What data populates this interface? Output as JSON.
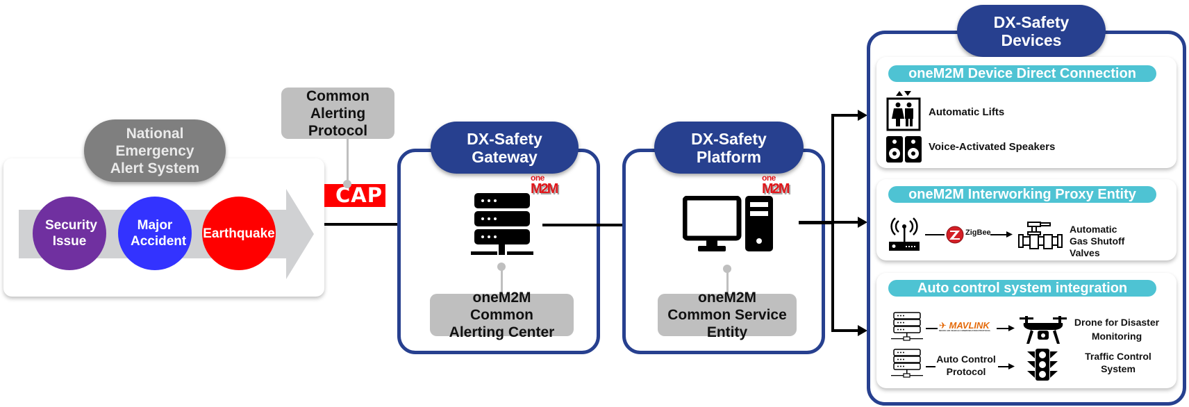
{
  "neas": {
    "title": "National Emergency Alert System",
    "events": [
      {
        "label": "Security Issue",
        "color": "#7030a0"
      },
      {
        "label": "Major Accident",
        "color": "#3333ff"
      },
      {
        "label": "Earthquake",
        "color": "#ff0000"
      }
    ]
  },
  "cap": {
    "title": "Common Alerting Protocol",
    "badge": "CAP",
    "badge_color": "#ff0000"
  },
  "gateway": {
    "title": "DX-Safety Gateway",
    "logo_top": "one",
    "logo_bottom": "M2M",
    "label": "oneM2M Common Alerting Center"
  },
  "platform": {
    "title": "DX-Safety Platform",
    "logo_top": "one",
    "logo_bottom": "M2M",
    "label": "oneM2M Common Service Entity"
  },
  "devices": {
    "title": "DX-Safety Devices",
    "sections": [
      {
        "title": "oneM2M Device Direct Connection",
        "items": [
          {
            "icon": "elevator-icon",
            "label": "Automatic Lifts"
          },
          {
            "icon": "speaker-icon",
            "label": "Voice-Activated Speakers"
          }
        ]
      },
      {
        "title": "oneM2M Interworking Proxy Entity",
        "protocol": "ZigBee",
        "target": "Automatic Gas Shutoff Valves"
      },
      {
        "title": "Auto control system integration",
        "rows": [
          {
            "protocol": "MAVLINK",
            "protocol_sub": "MICRO AIR VEHICLE COMMUNICATION PROTOCOL",
            "target": "Drone for Disaster Monitoring"
          },
          {
            "protocol": "Auto Control Protocol",
            "target": "Traffic Control System"
          }
        ]
      }
    ]
  },
  "colors": {
    "navy": "#27408f",
    "teal": "#4ec3d3",
    "gray_label": "#bfbfbf",
    "gray_pill": "#7f7f7f",
    "onem2m_red": "#e0161b"
  }
}
